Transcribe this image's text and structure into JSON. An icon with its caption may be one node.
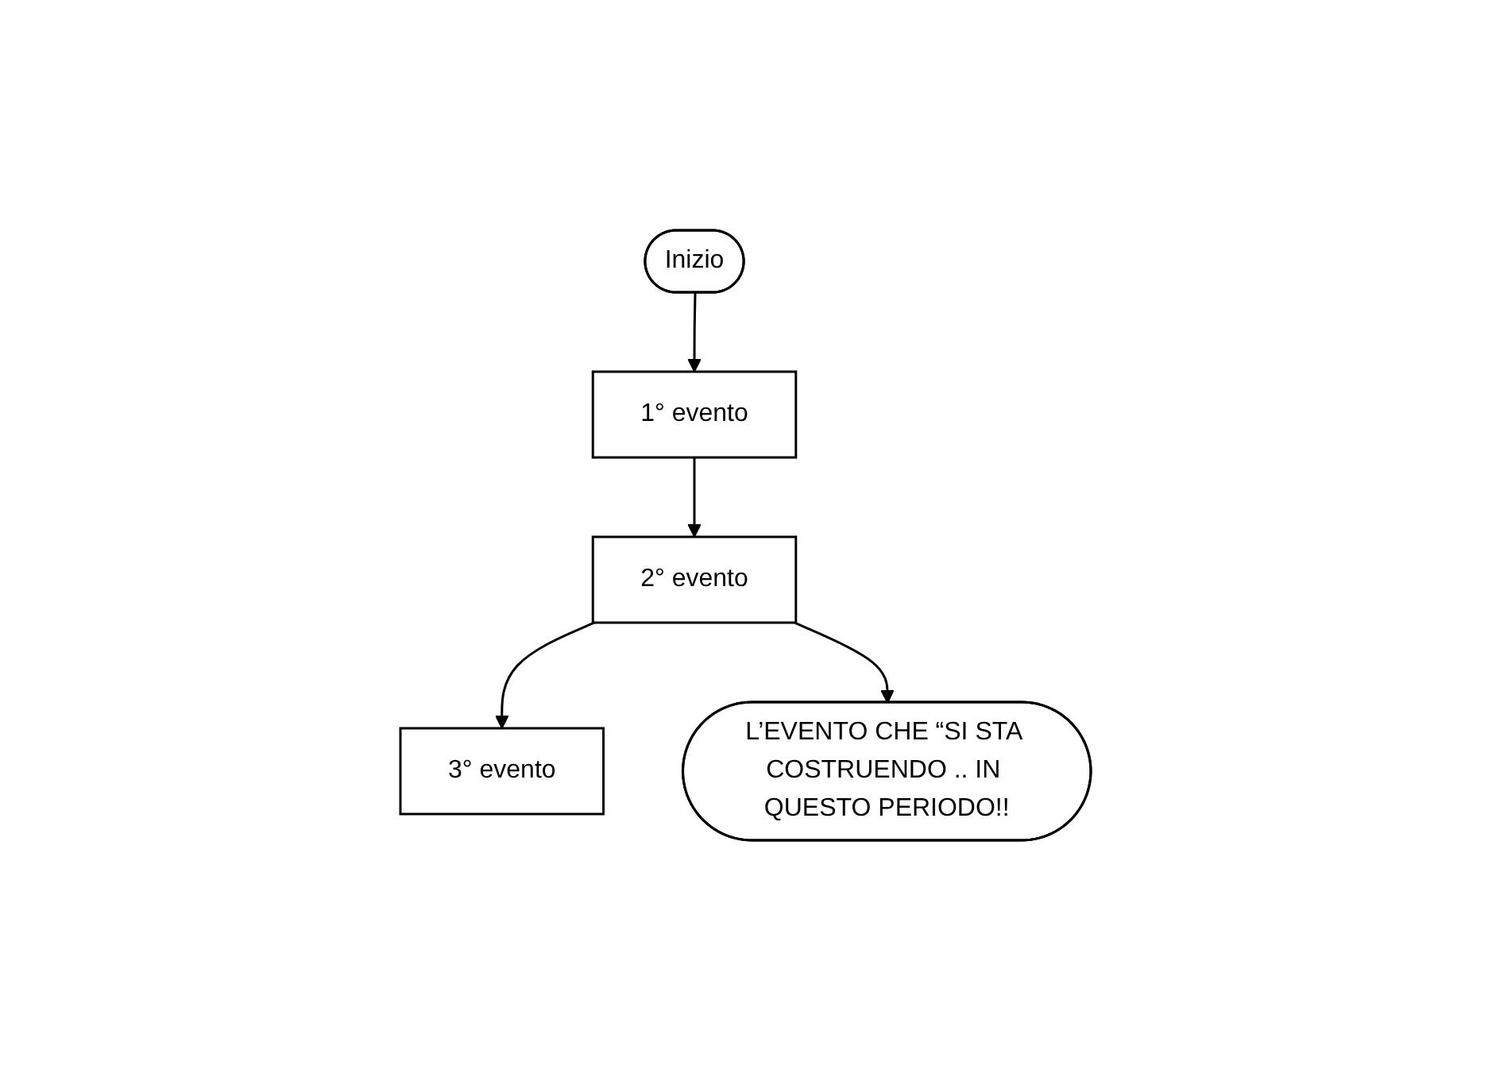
{
  "diagram": {
    "nodes": [
      {
        "text": [
          "Inizio"
        ]
      },
      {
        "text": [
          "1° evento"
        ]
      },
      {
        "text": [
          "2° evento"
        ]
      },
      {
        "text": [
          "3° evento"
        ]
      },
      {
        "text": [
          "L’EVENTO CHE “SI STA COSTRUENDO .. IN QUESTO PERIODO!!"
        ]
      }
    ],
    "edges": [
      {
        "from": 0,
        "to": 1,
        "arrow": "to"
      },
      {
        "from": 1,
        "to": 2,
        "arrow": "to"
      },
      {
        "from": 2,
        "to": 3,
        "arrow": "to"
      },
      {
        "from": 2,
        "to": 4,
        "arrow": "to"
      }
    ]
  }
}
